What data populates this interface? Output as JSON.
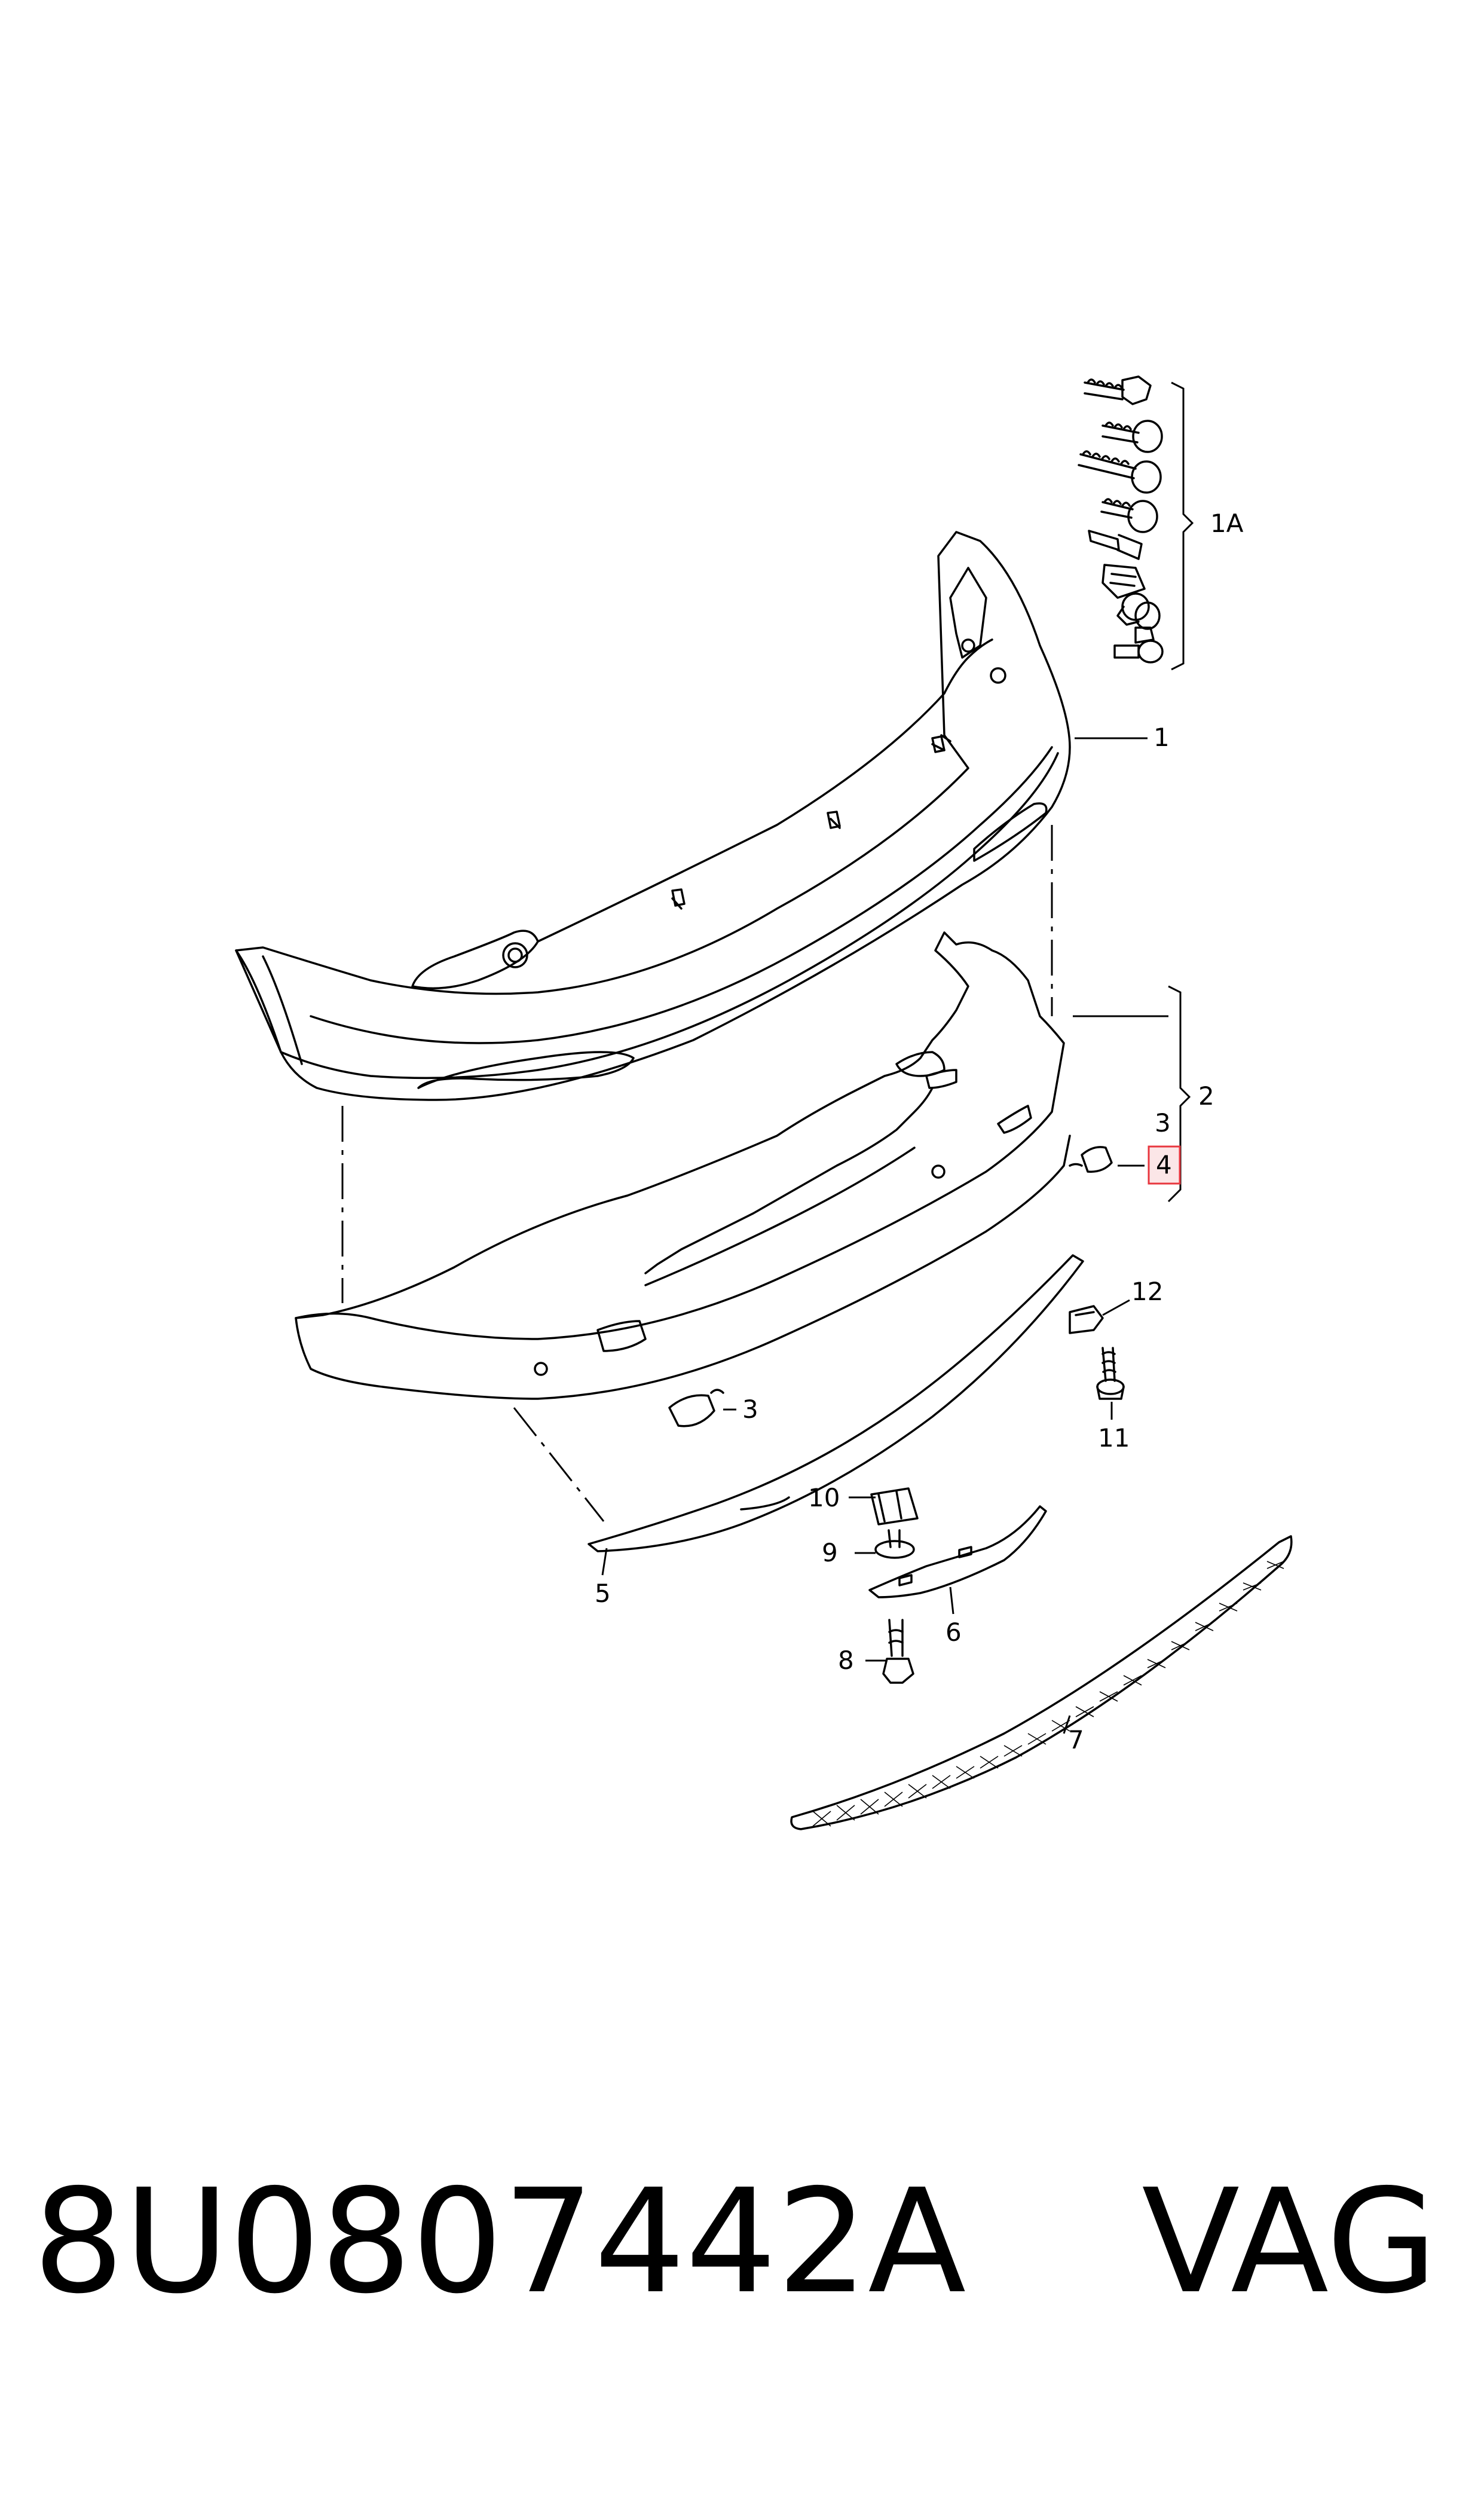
{
  "diagram": {
    "callouts": {
      "c1A": "1A",
      "c1": "1",
      "c2": "2",
      "c3_top": "3",
      "c4": "4",
      "c3_bottom": "3",
      "c5": "5",
      "c6": "6",
      "c7": "7",
      "c8": "8",
      "c9": "9",
      "c10": "10",
      "c11": "11",
      "c12": "12"
    },
    "highlight_color": "#e8373f"
  },
  "footer": {
    "part_number": "8U0807442A",
    "brand": "VAG"
  }
}
